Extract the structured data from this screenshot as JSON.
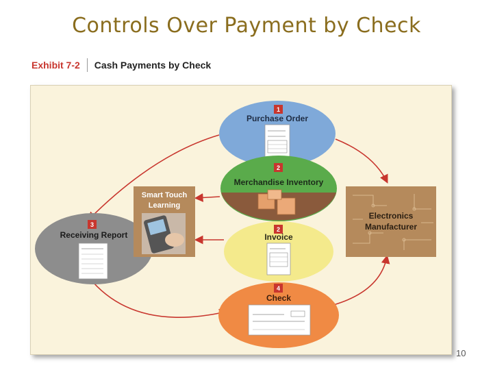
{
  "slide": {
    "title": "Controls Over Payment by Check",
    "page_number": "10"
  },
  "exhibit": {
    "number": "Exhibit 7-2",
    "name": "Cash Payments by Check"
  },
  "nodes": {
    "purchase_order": {
      "step": "1",
      "label": "Purchase Order",
      "color": "#7fa9d9"
    },
    "merchandise_inventory": {
      "step": "2",
      "label": "Merchandise Inventory",
      "color": "#5aab4b"
    },
    "invoice": {
      "step": "2",
      "label": "Invoice",
      "color": "#f4ea8c"
    },
    "check": {
      "step": "4",
      "label": "Check",
      "color": "#f08a44"
    },
    "receiving_report": {
      "step": "3",
      "label": "Receiving Report",
      "color": "#8d8d8d"
    },
    "smart_touch": {
      "label_line1": "Smart Touch",
      "label_line2": "Learning",
      "color": "#b58a5c"
    },
    "electronics": {
      "label_line1": "Electronics",
      "label_line2": "Manufacturer",
      "color": "#b58a5c"
    }
  },
  "colors": {
    "step_badge": "#c8362e",
    "arrow": "#c8362e",
    "panel_bg": "#faf3dc"
  }
}
